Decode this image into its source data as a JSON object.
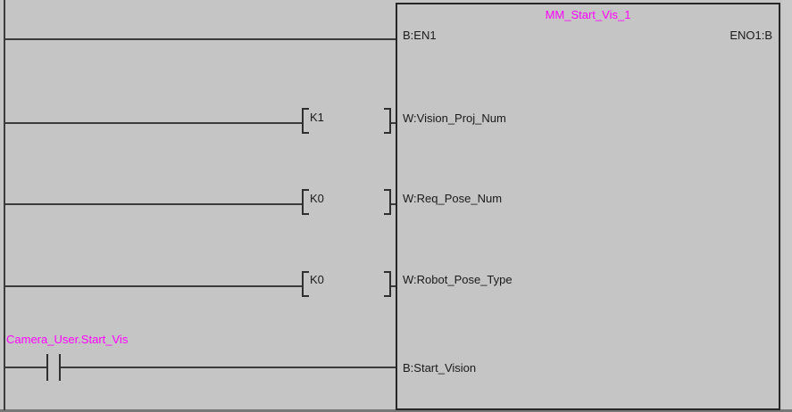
{
  "editor": {
    "background_color": "#c5c5c5",
    "accent_magenta": "#ff00ff",
    "wire_color": "#3c3c3c"
  },
  "function_block": {
    "instance_name": "MM_Start_Vis_1",
    "eno_pin": "ENO1:B"
  },
  "rungs": [
    {
      "type": "direct-wire",
      "target_pin": "B:EN1"
    },
    {
      "type": "constant",
      "value": "K1",
      "target_pin": "W:Vision_Proj_Num"
    },
    {
      "type": "constant",
      "value": "K0",
      "target_pin": "W:Req_Pose_Num"
    },
    {
      "type": "constant",
      "value": "K0",
      "target_pin": "W:Robot_Pose_Type"
    },
    {
      "type": "no-contact",
      "operand": "Camera_User.Start_Vis",
      "target_pin": "B:Start_Vision"
    }
  ]
}
